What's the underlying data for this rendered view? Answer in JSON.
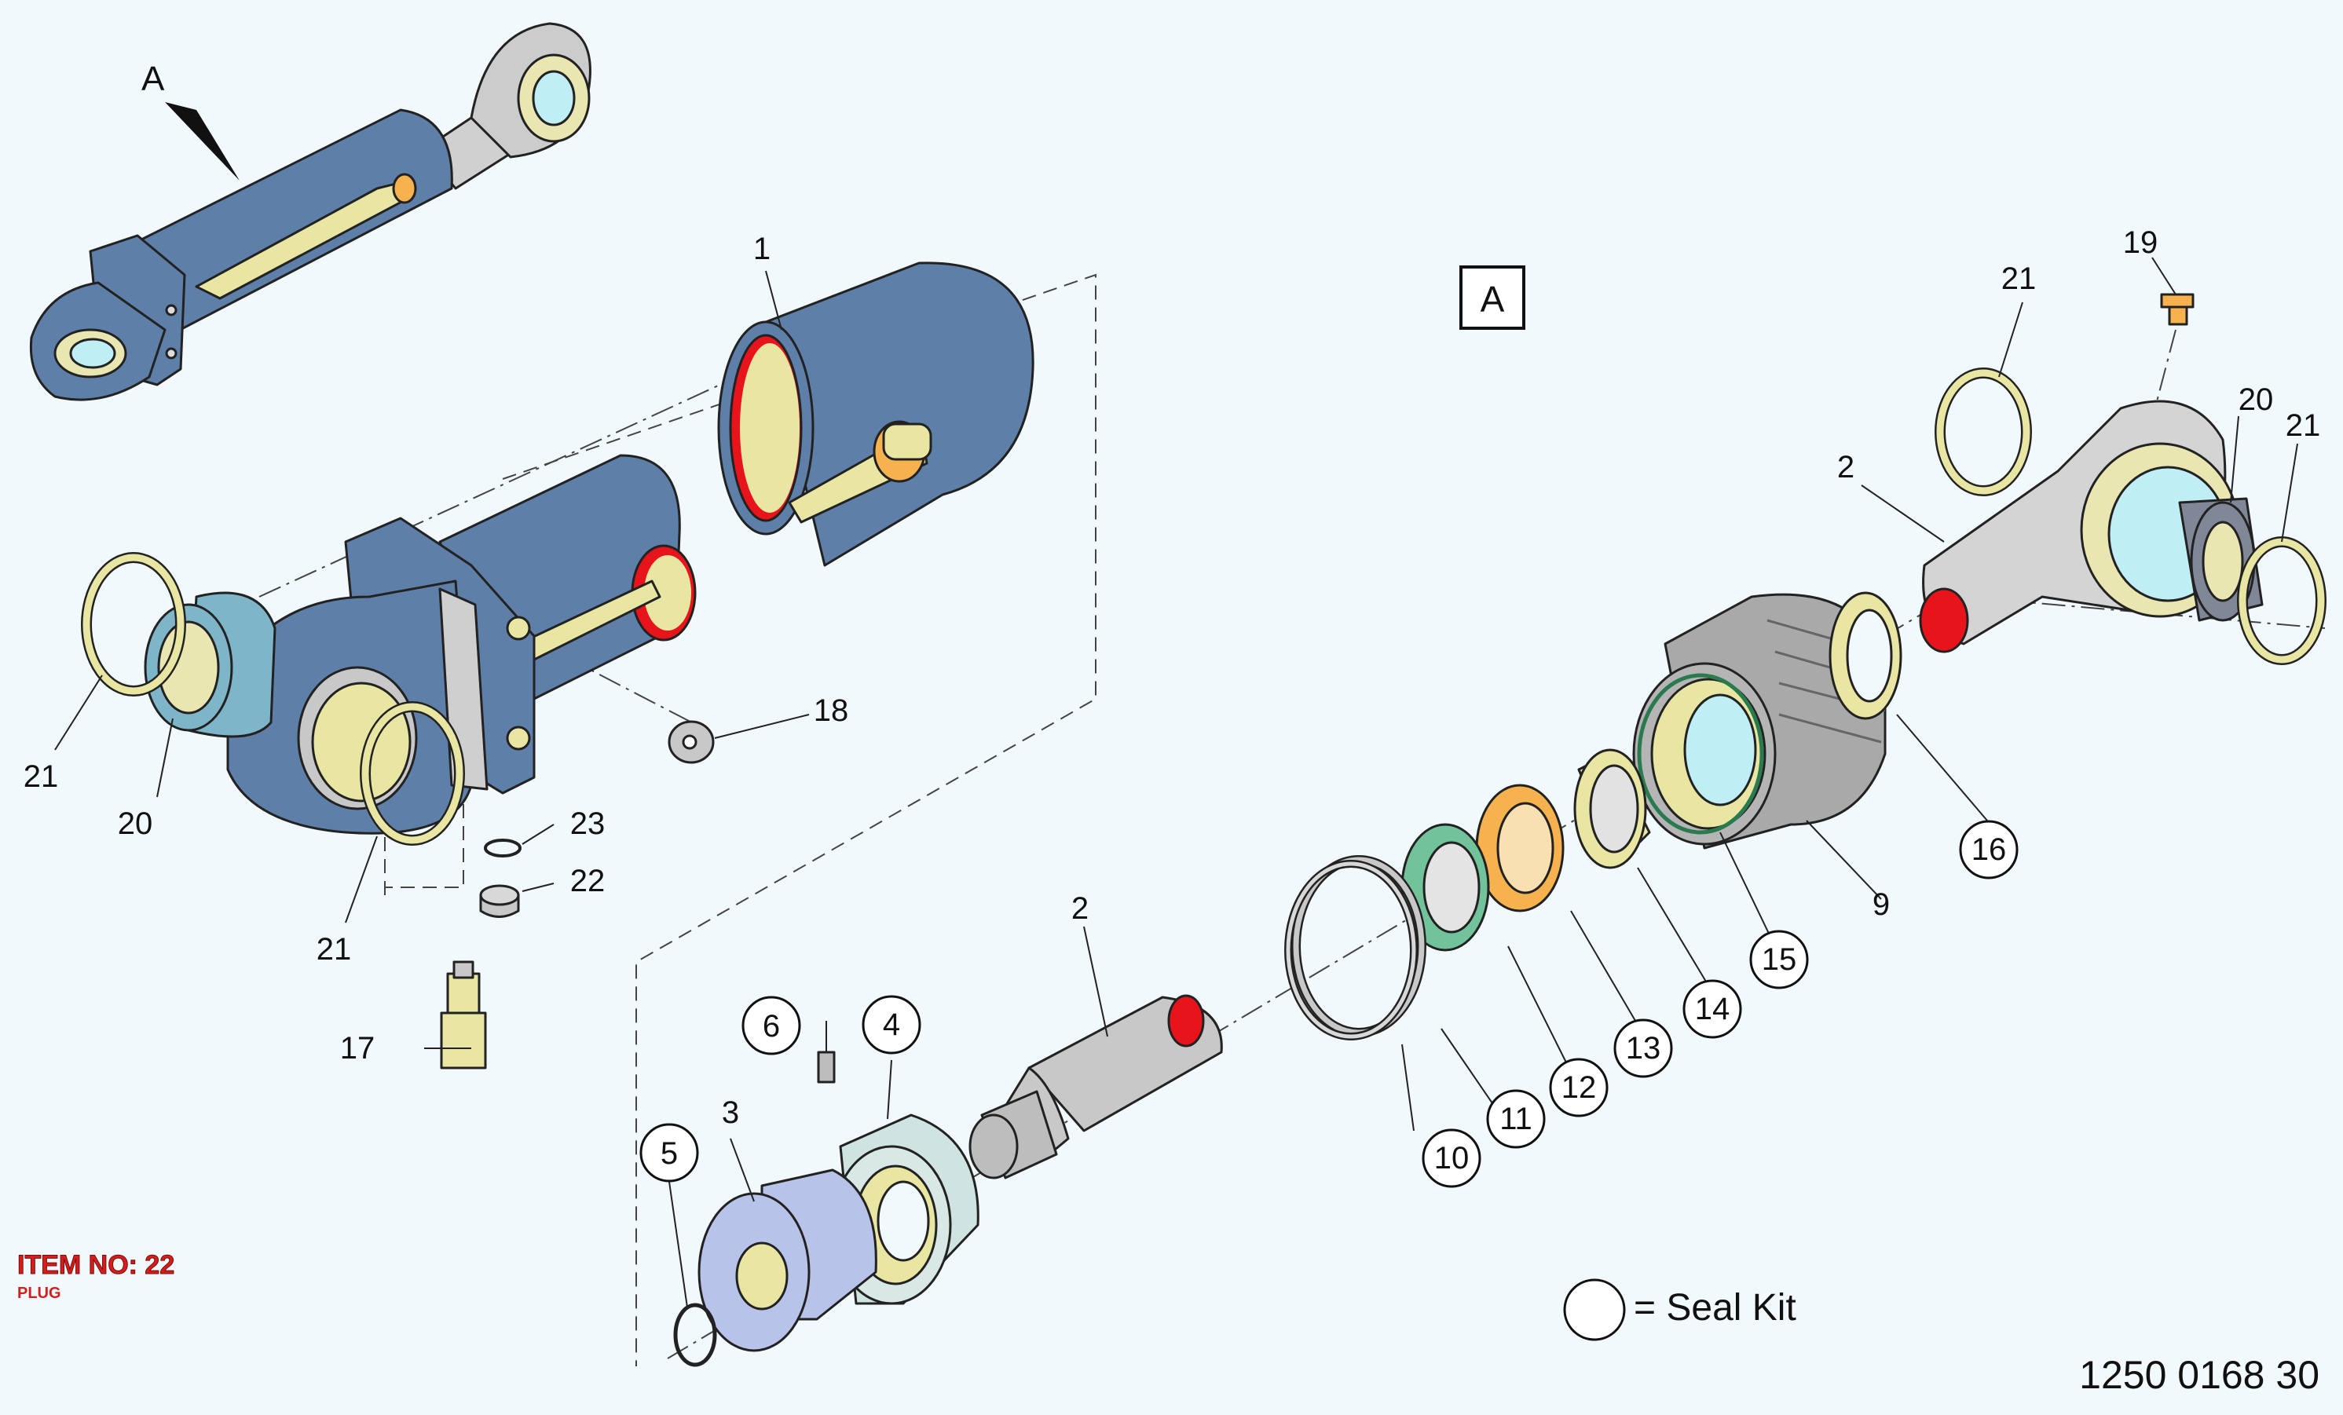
{
  "view_label": "A",
  "view_box_label": "A",
  "callouts": {
    "c1": "1",
    "c2a": "2",
    "c2b": "2",
    "c3": "3",
    "c4": "4",
    "c5": "5",
    "c6": "6",
    "c9": "9",
    "c10": "10",
    "c11": "11",
    "c12": "12",
    "c13": "13",
    "c14": "14",
    "c15": "15",
    "c16": "16",
    "c17": "17",
    "c18": "18",
    "c19": "19",
    "c20a": "20",
    "c20b": "20",
    "c21a": "21",
    "c21b": "21",
    "c21c": "21",
    "c21d": "21",
    "c22": "22",
    "c23": "23"
  },
  "item": {
    "title": "ITEM NO: 22",
    "subtitle": "PLUG"
  },
  "legend": {
    "text": "= Seal Kit"
  },
  "document_number": "1250 0168 30",
  "colors": {
    "cylinder_blue": "#5e7fa8",
    "seal_green": "#72c39b",
    "seal_orange": "#f5b24e",
    "seal_yellow": "#e8e6a2",
    "steel_gray": "#c8c8c8",
    "highlight_red": "#e8141c",
    "piston_lavender": "#b8c3ea",
    "bushing_teal": "#7fb5c8",
    "glass_cyan": "#bfeef5"
  }
}
